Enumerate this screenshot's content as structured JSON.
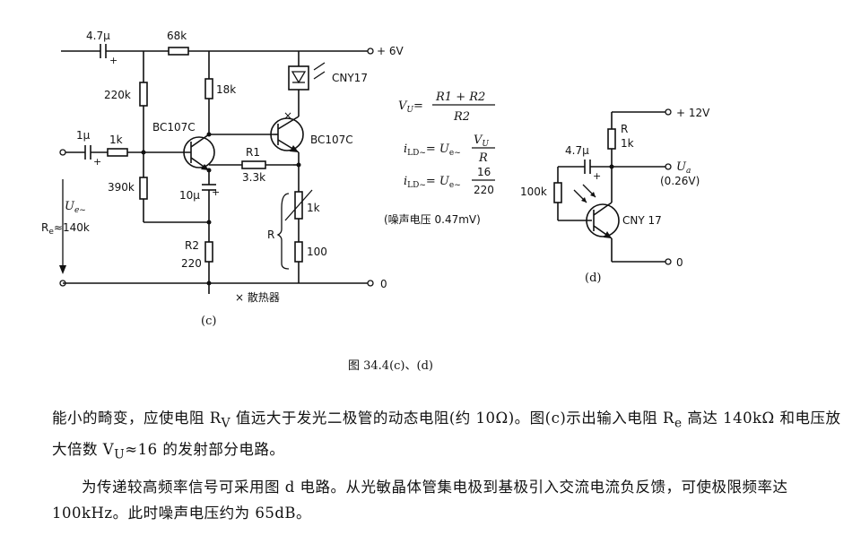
{
  "circuit_c": {
    "c_in_top": "4.7μ",
    "r_top": "68k",
    "supply": "+ 6V",
    "led": "CNY17",
    "r_220k": "220k",
    "r_18k": "18k",
    "t1": "BC107C",
    "t2": "BC107C",
    "c_in": "1μ",
    "r_in": "1k",
    "r_390k": "390k",
    "r1_name": "R1",
    "r1_val": "3.3k",
    "c_10u": "10μ",
    "ue_label": "U",
    "ue_sub": "e~",
    "re_label": "R",
    "re_sub": "e",
    "re_val": "≈140k",
    "rv_1k": "1k",
    "rv_r": "R",
    "rv_100": "100",
    "r2_name": "R2",
    "r2_val": "220",
    "ground": "0",
    "heatsink": "× 散热器",
    "x_mark": "×",
    "tag": "(c)"
  },
  "formulas": {
    "f1_lhs": "V",
    "f1_sub": "U",
    "f1_eq": "=",
    "f1_num": "R1 + R2",
    "f1_den": "R2",
    "f2_lhs": "i",
    "f2_sub": "LD~",
    "f2_eq": "= U",
    "f2_esub": "e~",
    "f2_num": "V",
    "f2_num_sub": "U",
    "f2_den": "R",
    "f3_lhs": "i",
    "f3_sub": "LD~",
    "f3_eq": "= U",
    "f3_esub": "e~",
    "f3_num": "16",
    "f3_den": "220",
    "noise": "(噪声电压 0.47mV)"
  },
  "circuit_d": {
    "supply": "+ 12V",
    "r_name": "R",
    "r_val": "1k",
    "c_in": "4.7μ",
    "out_label": "U",
    "out_sub": "a",
    "out_val": "(0.26V)",
    "r_100k": "100k",
    "device": "CNY 17",
    "ground": "0",
    "tag": "(d)"
  },
  "figure_caption": "图 34.4(c)、(d)",
  "paragraphs": [
    "能小的畸变，应使电阻 R",
    "V",
    " 值远大于发光二极管的动态电阻(约 10Ω)。图(c)示出输入电阻 R",
    "e",
    " 高达 140kΩ 和电压放大倍数 V",
    "U",
    "≈16 的发射部分电路。",
    "为传递较高频率信号可采用图 d 电路。从光敏晶体管集电极到基极引入交流电流负反馈，可使极限频率达 100kHz。此时噪声电压约为 65dB。"
  ]
}
